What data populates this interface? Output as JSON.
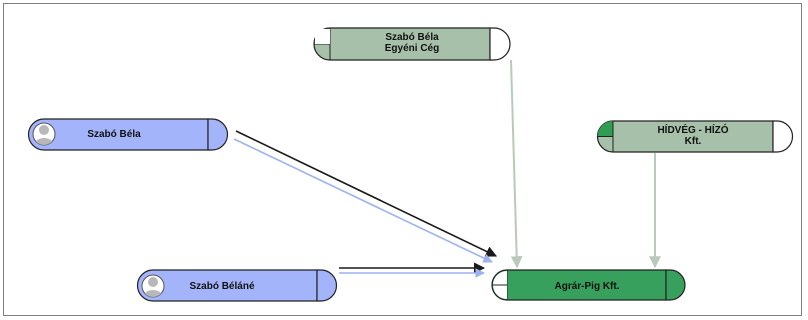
{
  "diagram": {
    "nodes": [
      {
        "id": "szabo-bela-egyeni-ceg",
        "type": "company",
        "label_lines": [
          "Szabó Béla",
          "Egyéni Cég"
        ],
        "fill": "#a7c0a9",
        "status_color": "#ffffff"
      },
      {
        "id": "szabo-bela",
        "type": "person",
        "label_lines": [
          "Szabó Béla"
        ],
        "fill": "#a3b4fb",
        "icon": "avatar-icon"
      },
      {
        "id": "hidveg-hizo",
        "type": "company",
        "label_lines": [
          "HÍDVÉG - HÍZÓ",
          "Kft."
        ],
        "fill": "#a7c0a9",
        "status_color": "#2f9e53"
      },
      {
        "id": "szabo-belane",
        "type": "person",
        "label_lines": [
          "Szabó Béláné"
        ],
        "fill": "#a3b4fb",
        "icon": "avatar-icon"
      },
      {
        "id": "agrar-pig",
        "type": "company",
        "label_lines": [
          "Agrár-Pig Kft."
        ],
        "fill": "#36a05c",
        "status_color": "#ffffff"
      }
    ],
    "edges": [
      {
        "from": "szabo-bela-egyeni-ceg",
        "to": "agrar-pig",
        "color": "#b9c9bb"
      },
      {
        "from": "hidveg-hizo",
        "to": "agrar-pig",
        "color": "#b9c9bb"
      },
      {
        "from": "szabo-bela",
        "to": "agrar-pig",
        "color": "#1a1a1a"
      },
      {
        "from": "szabo-bela",
        "to": "agrar-pig",
        "color": "#9db3f0"
      },
      {
        "from": "szabo-belane",
        "to": "agrar-pig",
        "color": "#1a1a1a"
      },
      {
        "from": "szabo-belane",
        "to": "agrar-pig",
        "color": "#9db3f0"
      }
    ]
  }
}
